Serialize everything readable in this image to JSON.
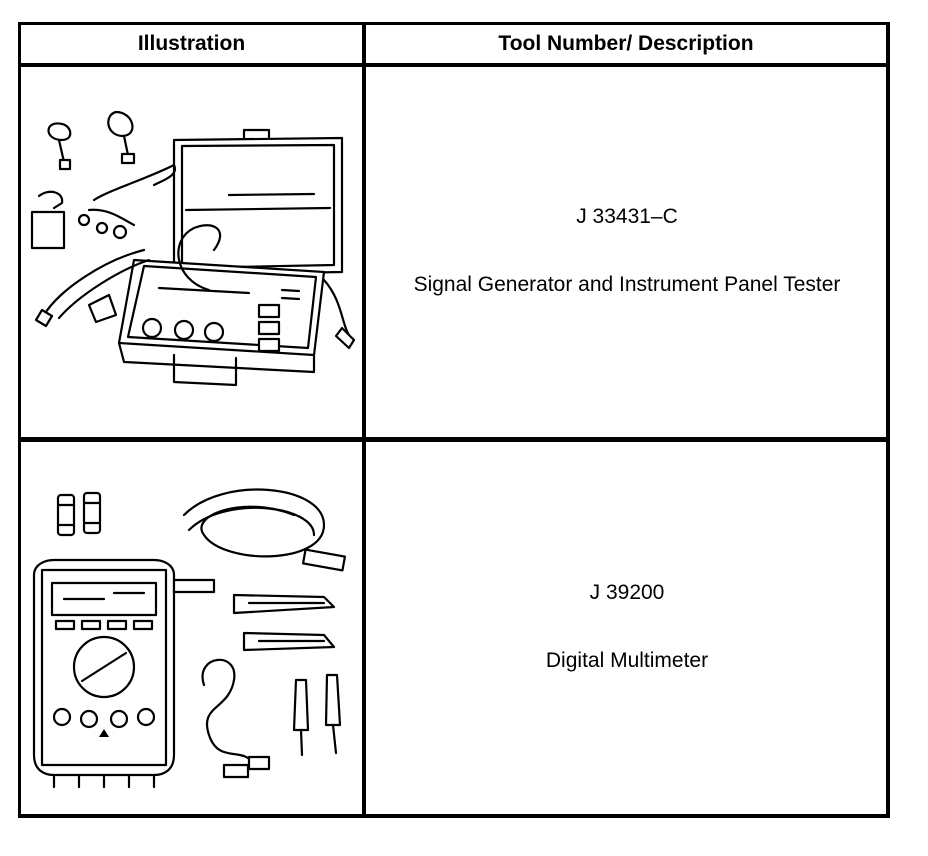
{
  "table": {
    "header": {
      "illustration": "Illustration",
      "tool": "Tool Number/ Description"
    },
    "rows": [
      {
        "tool_number": "J 33431–C",
        "description": "Signal Generator and Instrument Panel Tester"
      },
      {
        "tool_number": "J 39200",
        "description": "Digital Multimeter"
      }
    ]
  }
}
